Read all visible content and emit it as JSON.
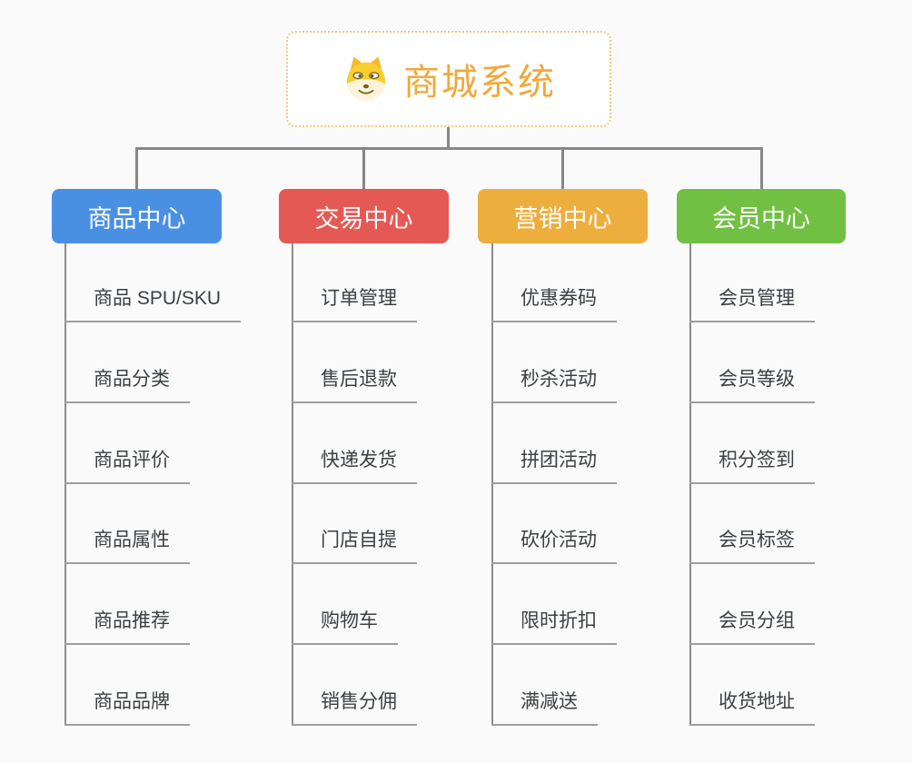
{
  "root": {
    "title": "商城系统",
    "icon": "doge-icon"
  },
  "branches": [
    {
      "label": "商品中心",
      "color": "#4a90e2",
      "items": [
        "商品 SPU/SKU",
        "商品分类",
        "商品评价",
        "商品属性",
        "商品推荐",
        "商品品牌"
      ]
    },
    {
      "label": "交易中心",
      "color": "#e55955",
      "items": [
        "订单管理",
        "售后退款",
        "快递发货",
        "门店自提",
        "购物车",
        "销售分佣"
      ]
    },
    {
      "label": "营销中心",
      "color": "#edae3e",
      "items": [
        "优惠券码",
        "秒杀活动",
        "拼团活动",
        "砍价活动",
        "限时折扣",
        "满减送"
      ]
    },
    {
      "label": "会员中心",
      "color": "#72c043",
      "items": [
        "会员管理",
        "会员等级",
        "积分签到",
        "会员标签",
        "会员分组",
        "收货地址"
      ]
    }
  ],
  "colors": {
    "background": "#fafafa",
    "connector": "#878787",
    "root_border": "#f2c879",
    "root_text": "#f1a83c",
    "leaf_text": "#3c4043",
    "leaf_underline": "#9e9e9e"
  }
}
